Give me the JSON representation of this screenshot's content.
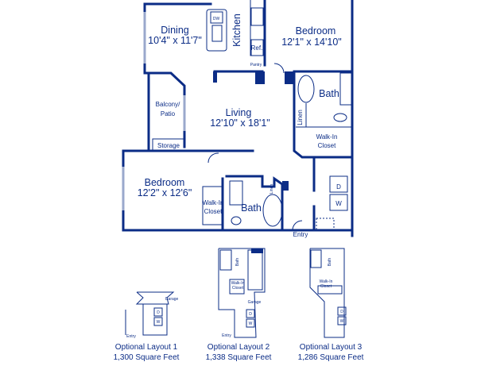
{
  "colors": {
    "ink": "#0b2c86",
    "window": "#9aa8cc"
  },
  "main_plan": {
    "dining": {
      "name": "Dining",
      "size": "10'4\" x 11'7\""
    },
    "kitchen": "Kitchen",
    "dishwasher": "DW",
    "fridge": "Ref.",
    "pantry": "Pantry",
    "bedroom1": {
      "name": "Bedroom",
      "size": "12'1\" x 14'10\""
    },
    "bath1": "Bath",
    "linen1": "Linen",
    "walkin1": {
      "line1": "Walk-In",
      "line2": "Closet"
    },
    "living": {
      "name": "Living",
      "size": "12'10\" x 18'1\""
    },
    "balcony": {
      "line1": "Balcony/",
      "line2": "Patio"
    },
    "storage": "Storage",
    "bedroom2": {
      "name": "Bedroom",
      "size": "12'2\" x 12'6\""
    },
    "walkin2": {
      "line1": "Walk-In",
      "line2": "Closet"
    },
    "bath2": "Bath",
    "linen2": "Linen",
    "dryer": "D",
    "washer": "W",
    "entry": "Entry"
  },
  "optional_layouts": [
    {
      "title": "Optional Layout 1",
      "area": "1,300 Square Feet",
      "labels": {
        "garage": "Garage",
        "entry": "Entry",
        "dryer": "D",
        "washer": "W"
      }
    },
    {
      "title": "Optional Layout 2",
      "area": "1,338 Square Feet",
      "labels": {
        "bath": "Bath",
        "walkin1": "Walk-In",
        "walkin2": "Closet",
        "garage": "Garage",
        "entry": "Entry",
        "dryer": "D",
        "washer": "W"
      }
    },
    {
      "title": "Optional Layout 3",
      "area": "1,286 Square Feet",
      "labels": {
        "bath": "Bath",
        "walkin1": "Walk-In",
        "walkin2": "Closet",
        "dryer": "D",
        "washer": "W"
      }
    }
  ]
}
